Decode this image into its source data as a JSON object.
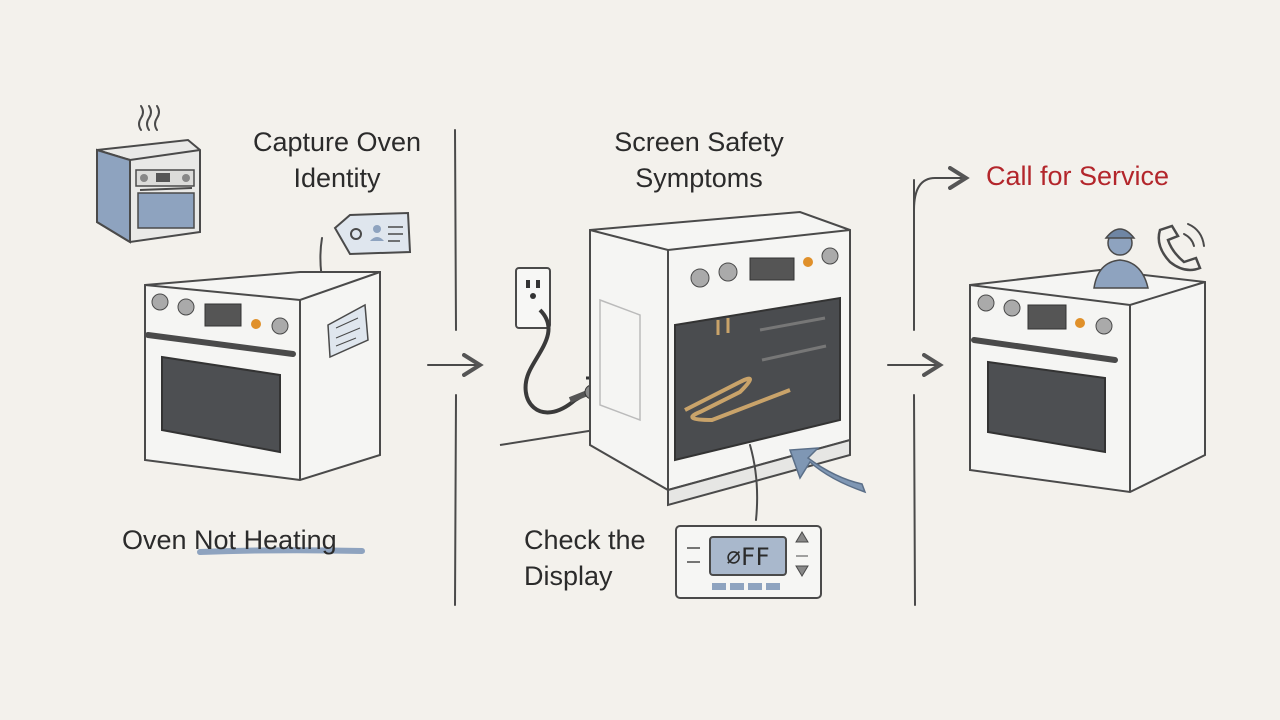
{
  "steps": {
    "capture": [
      "Capture Oven",
      "Identity"
    ],
    "screen": [
      "Screen Safety",
      "Symptoms"
    ],
    "service": "Call for Service",
    "problem": {
      "pre": "Oven ",
      "highlight": "Not Heating"
    },
    "check": [
      "Check the",
      "Display"
    ],
    "display_text": "⌀FF"
  },
  "colors": {
    "background": "#f3f1ec",
    "ink": "#2b2b2b",
    "accent_blue": "#7f97b4",
    "service_red": "#b3262b",
    "knob_orange": "#e0902a",
    "element_gold": "#c9a36a"
  },
  "icons": [
    "heat-waves-icon",
    "tag-icon",
    "outlet-icon",
    "gas-valve-icon",
    "technician-icon",
    "phone-icon",
    "arrow-icon"
  ]
}
